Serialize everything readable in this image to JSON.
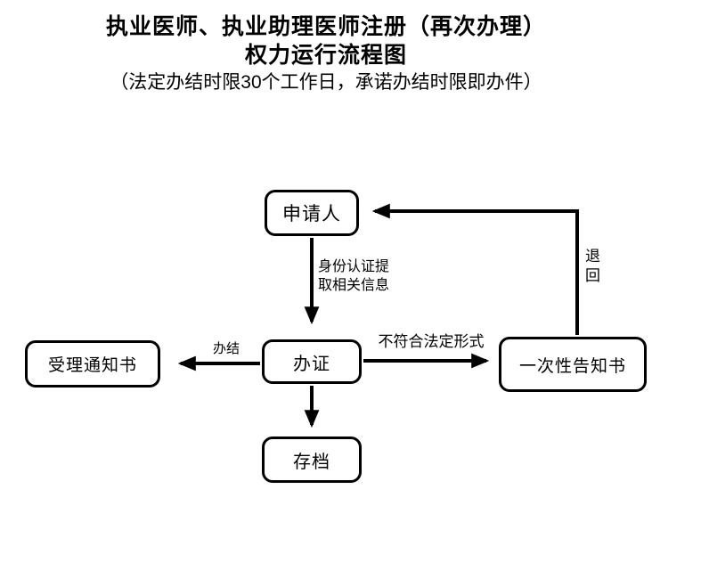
{
  "title": {
    "line1": "执业医师、执业助理医师注册（再次办理）",
    "line2": "权力运行流程图",
    "subtitle": "（法定办结时限30个工作日，承诺办结时限即办件）"
  },
  "nodes": {
    "applicant": {
      "label": "申请人"
    },
    "process": {
      "label": "办证"
    },
    "acceptance_notice": {
      "label": "受理通知书"
    },
    "one_time_notice": {
      "label": "一次性告知书"
    },
    "archive": {
      "label": "存档"
    }
  },
  "edges": {
    "applicant_to_process": {
      "label": "身份认证提取相关信息"
    },
    "process_to_acceptance": {
      "label": "办结"
    },
    "process_to_one_time": {
      "label": "不符合法定形式"
    },
    "one_time_to_applicant": {
      "label": "退回"
    },
    "process_to_archive": {
      "label": ""
    }
  },
  "colors": {
    "line": "#000000",
    "background": "#ffffff",
    "text": "#000000"
  }
}
